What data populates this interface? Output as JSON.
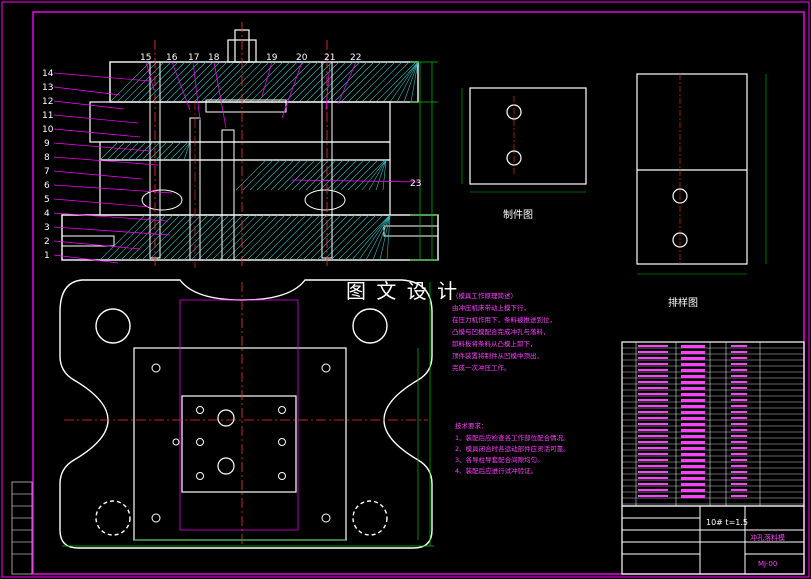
{
  "colors": {
    "background": "#000000",
    "outline": "#ffffff",
    "frame": "#ff00ff",
    "centerline": "#ff3030",
    "hatch": "#30c0c0",
    "leader": "#ff00ff",
    "dimension": "#00c000",
    "note_text": "#ff40ff",
    "bom_text": "#ff40ff"
  },
  "part_numbers": [
    "1",
    "2",
    "3",
    "4",
    "5",
    "6",
    "7",
    "8",
    "9",
    "10",
    "11",
    "12",
    "13",
    "14",
    "15",
    "16",
    "17",
    "18",
    "19",
    "20",
    "21",
    "22",
    "23"
  ],
  "views": {
    "part_drawing_label": "制件图",
    "layout_drawing_label": "排样图"
  },
  "watermark": "图 文 设 计",
  "notes": {
    "working_principle": [
      "（模具工作原理简述）",
      "由冲压机床带动上模下行，",
      "在压力机作用下，条料被推送到位，",
      "凸模与凹模配合完成冲孔与落料，",
      "卸料板将条料从凸模上卸下，",
      "顶件装置将制件从凹模中顶出，",
      "完成一次冲压工作。"
    ],
    "tech_title": "技术要求：",
    "tech_items": [
      "1、装配后应检查各工作部位配合情况。",
      "2、模具闭合时各运动部件应灵活可靠。",
      "3、各导柱导套配合间隙均匀。",
      "4、装配后应进行试冲验证。"
    ]
  },
  "title_block": {
    "material": "10# t=1.5",
    "name": "冲孔落料模",
    "drawing_no": "MJ-00"
  }
}
